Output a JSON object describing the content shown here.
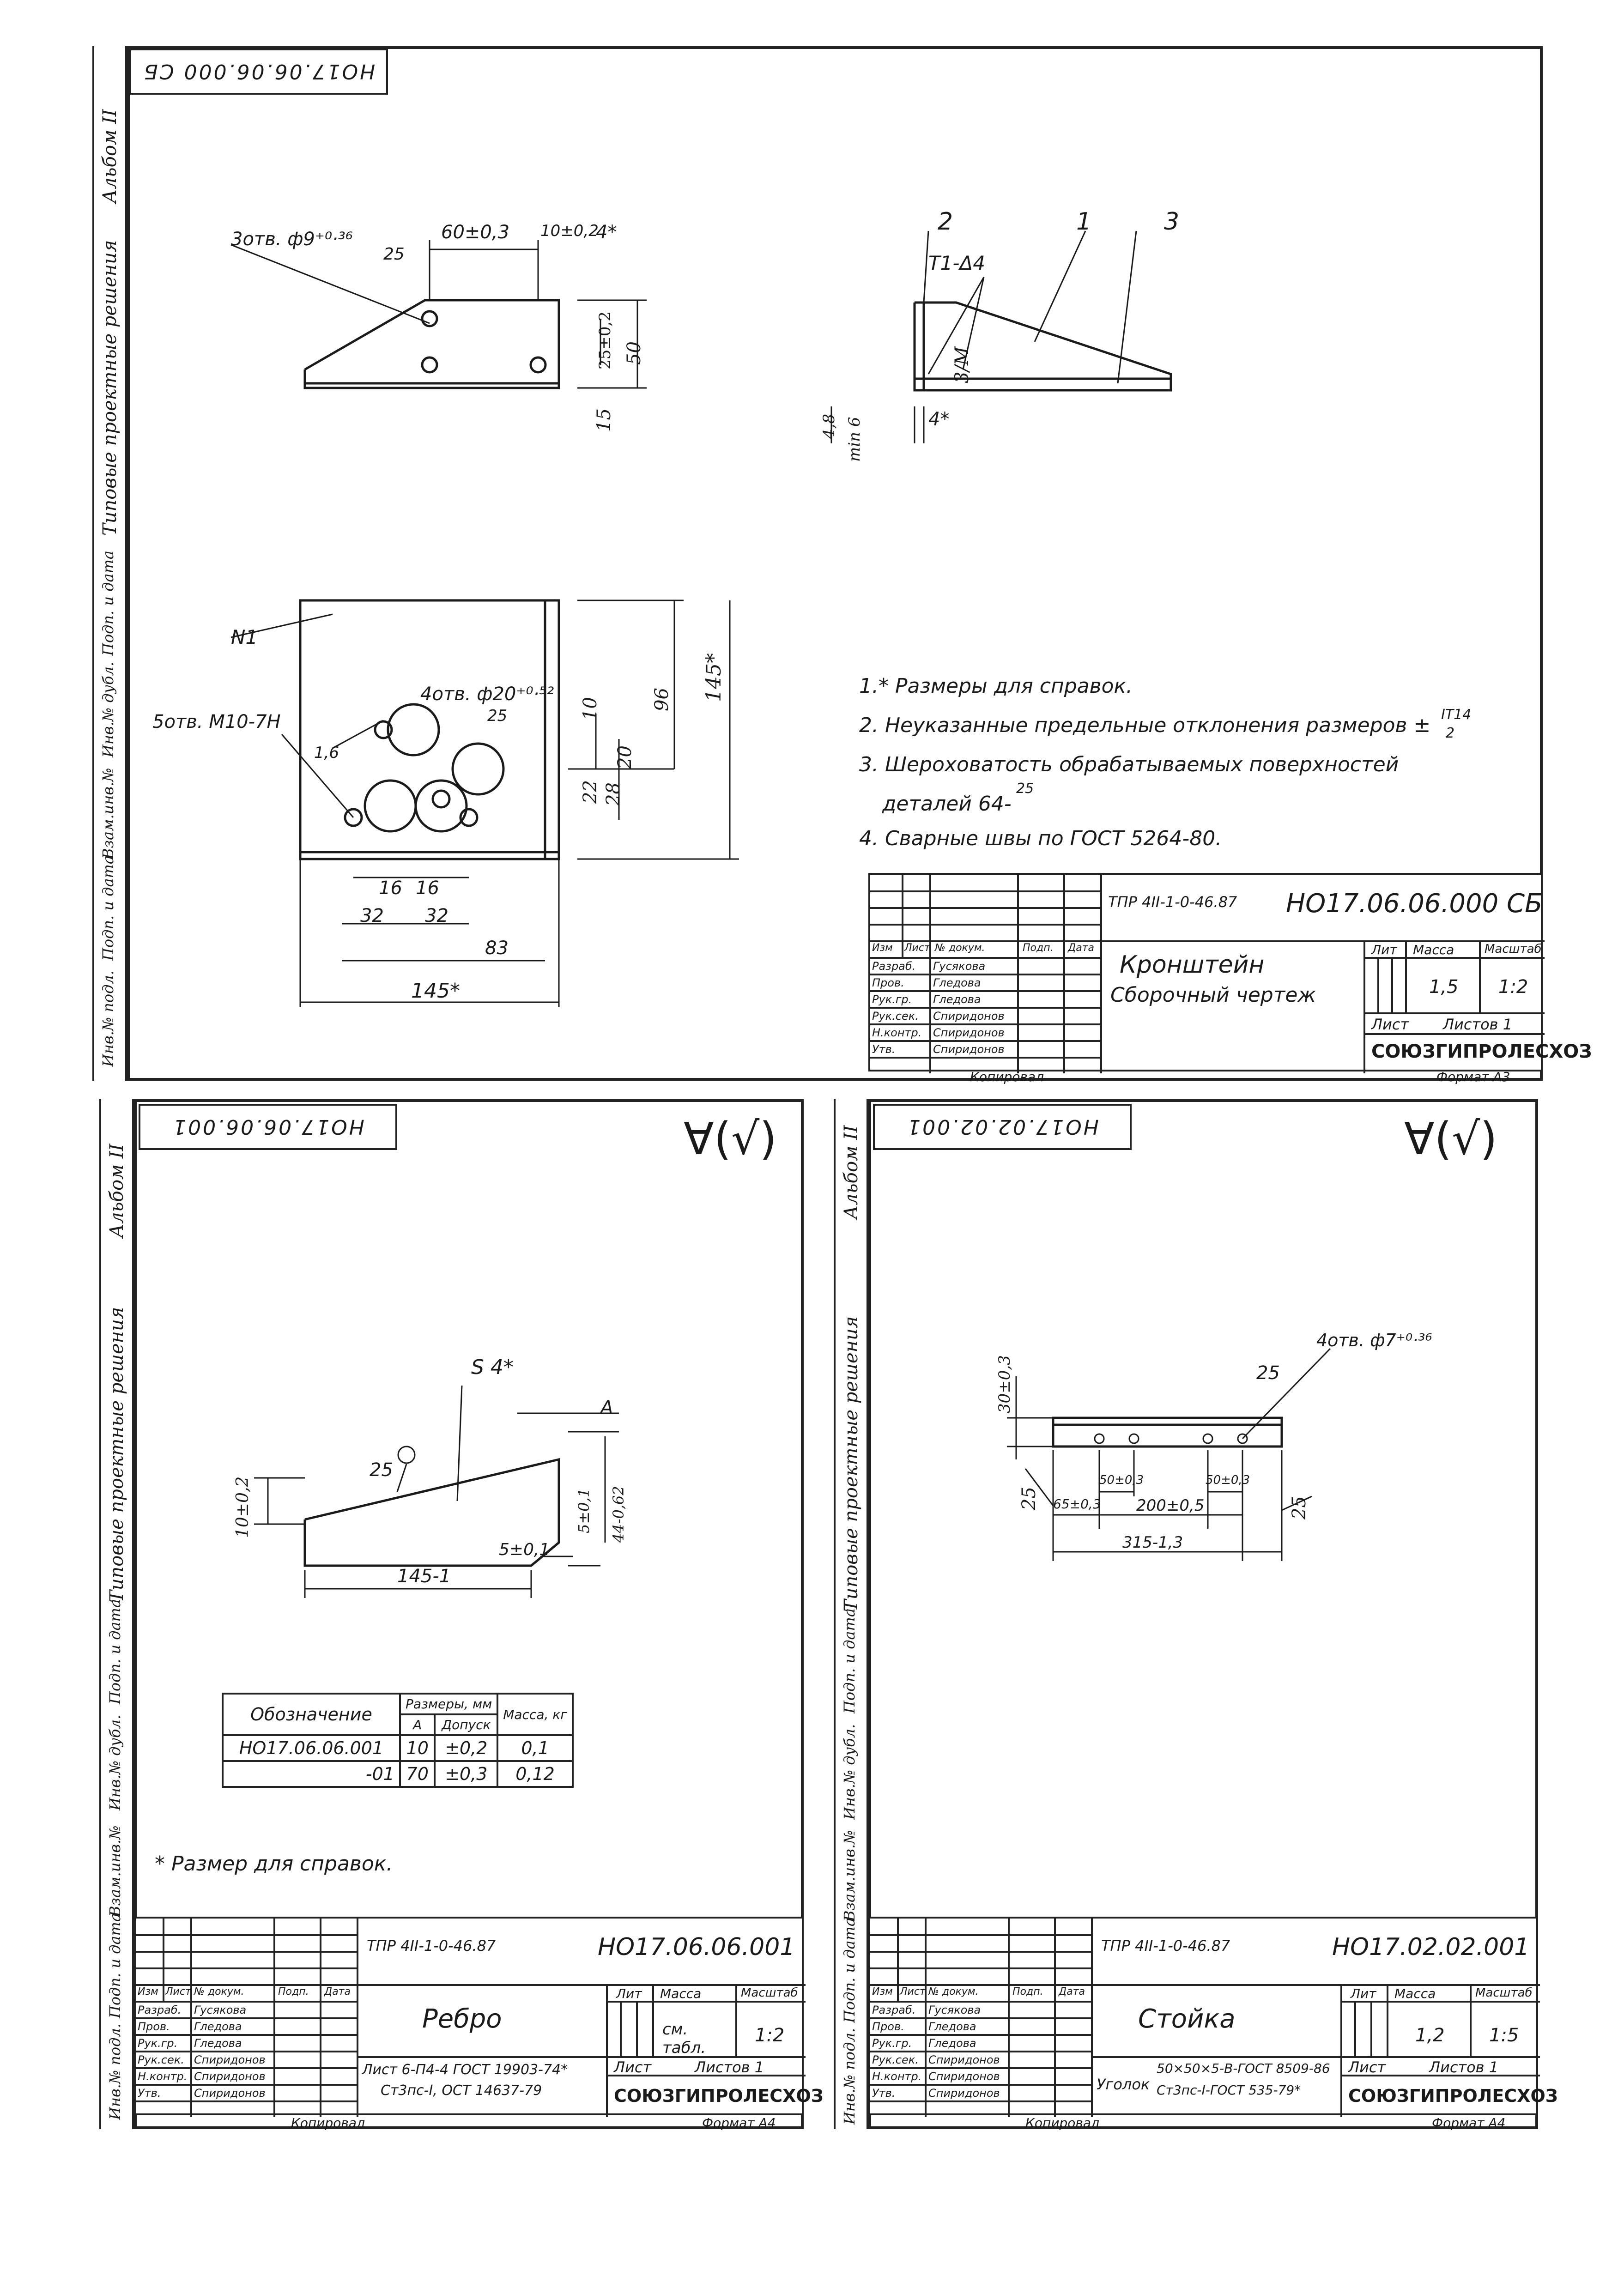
{
  "sheet_top": {
    "code_stamp": "НО17.06.06.000 СБ",
    "album_label": "Альбом II",
    "series_label": "Типовые проектные решения",
    "side_labels": [
      "Подп. и дата",
      "Инв.№ дубл.",
      "Взам.инв.№",
      "Подп. и дата",
      "Инв.№ подл."
    ],
    "callouts": {
      "holes_9": "3отв. ф9⁺⁰·³⁶",
      "r25": "25",
      "dim_60": "60±0,3",
      "dim_10": "10±0,2",
      "dim_4": "4*",
      "dim_25_2": "25±0,2",
      "dim_50": "50",
      "dim_15": "15",
      "part2": "2",
      "part1": "1",
      "part3": "3",
      "weld_t1": "Т1-Δ4",
      "weld_3n": "3/М",
      "dim_48": "4,8",
      "dim_min6": "min 6",
      "dim_4b": "4*",
      "n1": "N1",
      "holes_20": "4отв. ф20⁺⁰·⁵²",
      "r25b": "25",
      "holes_m10": "5отв. М10-7Н",
      "r16": "1,6",
      "dim_10b": "10",
      "dim_20": "20",
      "dim_22": "22",
      "dim_28": "28",
      "dim_96": "96",
      "dim_145v": "145*",
      "dim_16a": "16",
      "dim_16b": "16",
      "dim_32a": "32",
      "dim_32b": "32",
      "dim_83": "83",
      "dim_145h": "145*"
    },
    "notes": [
      "1.* Размеры для справок.",
      "2. Неуказанные предельные отклонения размеров ±",
      "3. Шероховатость обрабатываемых поверхностей",
      "деталей 64-",
      "4. Сварные швы по ГОСТ 5264-80."
    ],
    "tolerance_fraction_num": "IT14",
    "tolerance_fraction_den": "2",
    "roughness_value": "25",
    "title_block": {
      "doc_ref": "ТПР 4II-1-0-46.87",
      "designation": "НО17.06.06.000 СБ",
      "name_line1": "Кронштейн",
      "name_line2": "Сборочный чертеж",
      "head_lit": "Лит",
      "head_mass": "Масса",
      "head_scale": "Масштаб",
      "mass": "1,5",
      "scale": "1:2",
      "sheet": "Лист",
      "sheets": "Листов 1",
      "org": "СОЮЗГИПРОЛЕСХОЗ",
      "row_headers": [
        "Изм",
        "Лист",
        "№ докум.",
        "Подп.",
        "Дата"
      ],
      "roles": [
        "Разраб.",
        "Пров.",
        "Рук.гр.",
        "Рук.сек.",
        "Н.контр.",
        "Утв."
      ],
      "names": [
        "Гусякова",
        "Гледова",
        "Гледова",
        "Спиридонов",
        "Спиридонов",
        "Спиридонов"
      ],
      "copied": "Копировал",
      "format": "Формат А3"
    }
  },
  "sheet_left": {
    "code_stamp": "НО17.06.06.001",
    "album_label": "Альбом II",
    "series_label": "Типовые проектные решения",
    "side_labels": [
      "Подп. и дата",
      "Инв.№ дубл.",
      "Взам.инв.№",
      "Подп. и дата",
      "Инв.№ подл."
    ],
    "roughness_mark": "∀(√)",
    "callouts": {
      "s4": "S 4*",
      "r25": "25",
      "a": "А",
      "dim_10": "10±0,2",
      "dim_5v": "5±0,1",
      "dim_44": "44-0,62",
      "dim_5h": "5±0,1",
      "dim_145": "145-1"
    },
    "table": {
      "head_designation": "Обозначение",
      "head_sizes": "Размеры, мм",
      "head_a": "А",
      "head_tol": "Допуск",
      "head_mass": "Масса, кг",
      "rows": [
        [
          "НО17.06.06.001",
          "10",
          "±0,2",
          "0,1"
        ],
        [
          "-01",
          "70",
          "±0,3",
          "0,12"
        ]
      ]
    },
    "note": "* Размер для справок.",
    "title_block": {
      "doc_ref": "ТПР 4II-1-0-46.87",
      "designation": "НО17.06.06.001",
      "name": "Ребро",
      "head_lit": "Лит",
      "head_mass": "Масса",
      "head_scale": "Масштаб",
      "mass": "см. табл.",
      "scale": "1:2",
      "sheet": "Лист",
      "sheets": "Листов 1",
      "material_line1": "Лист 6-П4-4 ГОСТ 19903-74*",
      "material_line2": "Ст3пс-I, ОСТ 14637-79",
      "org": "СОЮЗГИПРОЛЕСХОЗ",
      "row_headers": [
        "Изм",
        "Лист",
        "№ докум.",
        "Подп.",
        "Дата"
      ],
      "roles": [
        "Разраб.",
        "Пров.",
        "Рук.гр.",
        "Рук.сек.",
        "Н.контр.",
        "Утв."
      ],
      "names": [
        "Гусякова",
        "Гледова",
        "Гледова",
        "Спиридонов",
        "Спиридонов",
        "Спиридонов"
      ],
      "copied": "Копировал",
      "format": "Формат А4"
    }
  },
  "sheet_right": {
    "code_stamp": "НО17.02.02.001",
    "album_label": "Альбом II",
    "series_label": "Типовые проектные решения",
    "side_labels": [
      "Подп. и дата",
      "Инв.№ дубл.",
      "Взам.инв.№",
      "Подп. и дата",
      "Инв.№ подл."
    ],
    "roughness_mark": "∀(√)",
    "callouts": {
      "holes_7": "4отв. ф7⁺⁰·³⁶",
      "r25": "25",
      "dim_30": "30±0,3",
      "dim_25l": "25",
      "dim_65": "65±0,3",
      "dim_50a": "50±0,3",
      "dim_200": "200±0,5",
      "dim_50b": "50±0,3",
      "dim_25r": "25",
      "dim_315": "315-1,3"
    },
    "title_block": {
      "doc_ref": "ТПР 4II-1-0-46.87",
      "designation": "НО17.02.02.001",
      "name": "Стойка",
      "head_lit": "Лит",
      "head_mass": "Масса",
      "head_scale": "Масштаб",
      "mass": "1,2",
      "scale": "1:5",
      "sheet": "Лист",
      "sheets": "Листов 1",
      "material_label": "Уголок",
      "material_line1": "50×50×5-В-ГОСТ 8509-86",
      "material_line2": "Ст3пс-I-ГОСТ 535-79*",
      "org": "СОЮЗГИПРОЛЕСХОЗ",
      "row_headers": [
        "Изм",
        "Лист",
        "№ докум.",
        "Подп.",
        "Дата"
      ],
      "roles": [
        "Разраб.",
        "Пров.",
        "Рук.гр.",
        "Рук.сек.",
        "Н.контр.",
        "Утв."
      ],
      "names": [
        "Гусякова",
        "Гледова",
        "Гледова",
        "Спиридонов",
        "Спиридонов",
        "Спиридонов"
      ],
      "copied": "Копировал",
      "format": "Формат А4"
    }
  }
}
